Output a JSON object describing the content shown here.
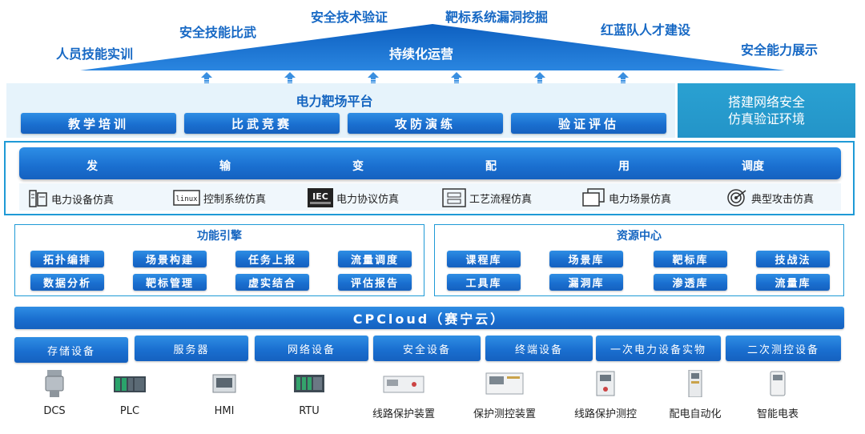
{
  "top_labels": [
    "人员技能实训",
    "安全技能比武",
    "安全技术验证",
    "靶标系统漏洞挖掘",
    "红蓝队人才建设",
    "安全能力展示"
  ],
  "pyramid_label": "持续化运营",
  "platform": {
    "title": "电力靶场平台",
    "modules": [
      "教学培训",
      "比武竞赛",
      "攻防演练",
      "验证评估"
    ],
    "side_note_line1": "搭建网络安全",
    "side_note_line2": "仿真验证环境"
  },
  "categories": [
    "发",
    "输",
    "变",
    "配",
    "用",
    "调度"
  ],
  "simulations": [
    {
      "label": "电力设备仿真",
      "icon": "device-sim-icon"
    },
    {
      "label": "控制系统仿真",
      "icon": "linux-icon"
    },
    {
      "label": "电力协议仿真",
      "icon": "iec-icon"
    },
    {
      "label": "工艺流程仿真",
      "icon": "process-icon"
    },
    {
      "label": "电力场景仿真",
      "icon": "scene-icon"
    },
    {
      "label": "典型攻击仿真",
      "icon": "attack-icon"
    }
  ],
  "function_engine": {
    "title": "功能引擎",
    "items": [
      "拓扑编排",
      "场景构建",
      "任务上报",
      "流量调度",
      "数据分析",
      "靶标管理",
      "虚实结合",
      "评估报告"
    ]
  },
  "resource_center": {
    "title": "资源中心",
    "items": [
      "课程库",
      "场景库",
      "靶标库",
      "技战法",
      "工具库",
      "漏洞库",
      "渗透库",
      "流量库"
    ]
  },
  "cloud_label": "CPCloud（赛宁云）",
  "hardware": [
    "存储设备",
    "服务器",
    "网络设备",
    "安全设备",
    "终端设备",
    "一次电力设备实物",
    "二次测控设备"
  ],
  "devices": [
    "DCS",
    "PLC",
    "HMI",
    "RTU",
    "线路保护装置",
    "保护测控装置",
    "线路保护测控",
    "配电自动化",
    "智能电表"
  ],
  "colors": {
    "primary": "#1a6fd0",
    "dark": "#1561bf",
    "light": "#e8f4fc",
    "teal": "#2a9fd0",
    "border": "#1f9ad6"
  }
}
